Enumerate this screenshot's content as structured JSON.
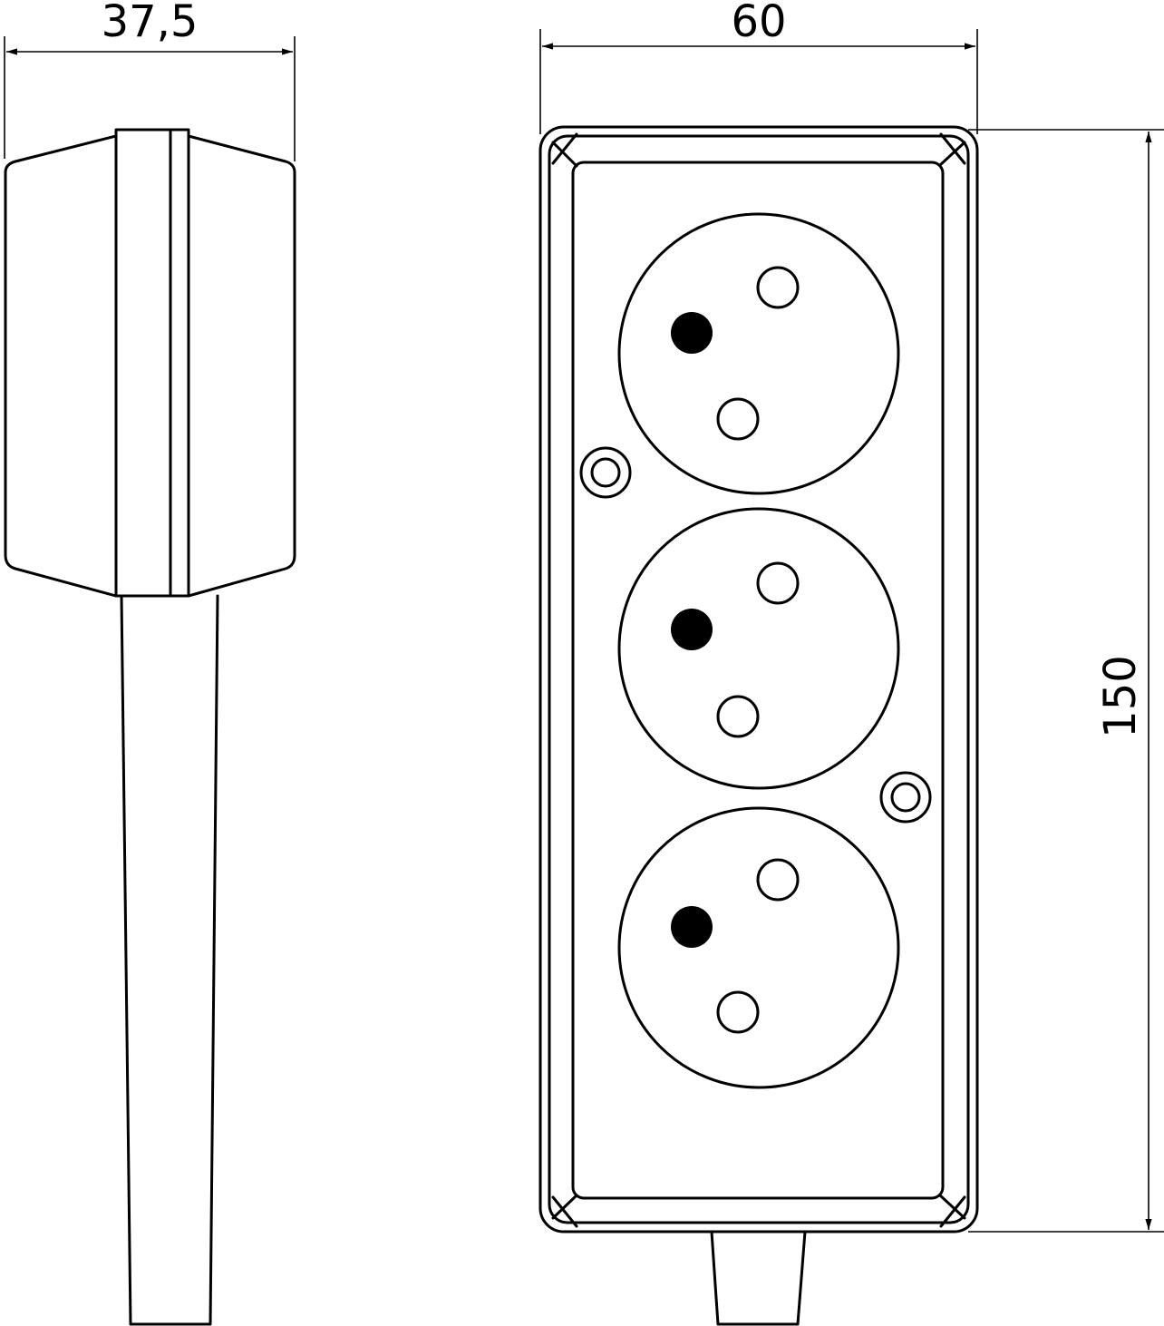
{
  "dimensions": {
    "side_width": "37,5",
    "front_width": "60",
    "height": "150"
  },
  "sockets": [
    {
      "id": "socket-1",
      "earth_pin": "filled"
    },
    {
      "id": "socket-2",
      "earth_pin": "filled"
    },
    {
      "id": "socket-3",
      "earth_pin": "filled"
    }
  ],
  "colors": {
    "line": "#000000",
    "background": "#ffffff"
  }
}
